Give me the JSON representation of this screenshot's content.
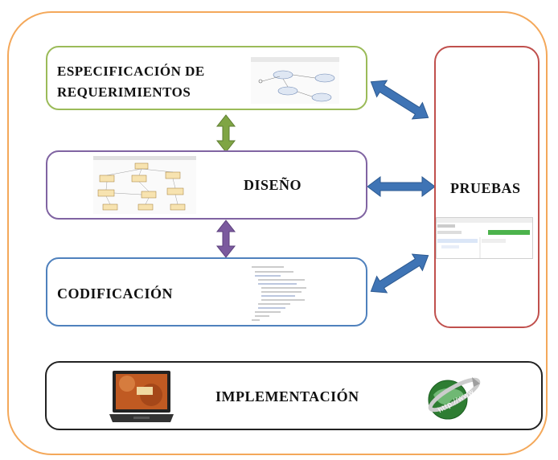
{
  "diagram": {
    "nodes": {
      "especificacion": {
        "label_line1": "ESPECIFICACIÓN DE",
        "label_line2": "REQUERIMIENTOS"
      },
      "diseno": {
        "label": "DISEÑO"
      },
      "codificacion": {
        "label": "CODIFICACIÓN"
      },
      "pruebas": {
        "label": "PRUEBAS"
      },
      "implementacion": {
        "label": "IMPLEMENTACIÓN"
      }
    },
    "edges": [
      {
        "from": "especificacion",
        "to": "diseno",
        "style": "double-arrow",
        "color": "#7fa544"
      },
      {
        "from": "diseno",
        "to": "codificacion",
        "style": "double-arrow",
        "color": "#7b5a9e"
      },
      {
        "from": "especificacion",
        "to": "pruebas",
        "style": "double-arrow",
        "color": "#3f74b5"
      },
      {
        "from": "diseno",
        "to": "pruebas",
        "style": "double-arrow",
        "color": "#3f74b5"
      },
      {
        "from": "codificacion",
        "to": "pruebas",
        "style": "double-arrow",
        "color": "#3f74b5"
      }
    ]
  },
  "colors": {
    "outer_border": "#f4a85a",
    "especificacion_border": "#9bbb59",
    "diseno_border": "#8064a2",
    "codificacion_border": "#4f81bd",
    "pruebas_border": "#c0504d",
    "implementacion_border": "#222222"
  },
  "icons": {
    "especificacion_thumb": "use-case-diagram-thumbnail",
    "diseno_thumb": "class-diagram-thumbnail",
    "codificacion_thumb": "source-code-thumbnail",
    "pruebas_thumb": "test-runner-thumbnail",
    "implementacion_left": "laptop-icon",
    "implementacion_right": "globe-http-icon"
  }
}
